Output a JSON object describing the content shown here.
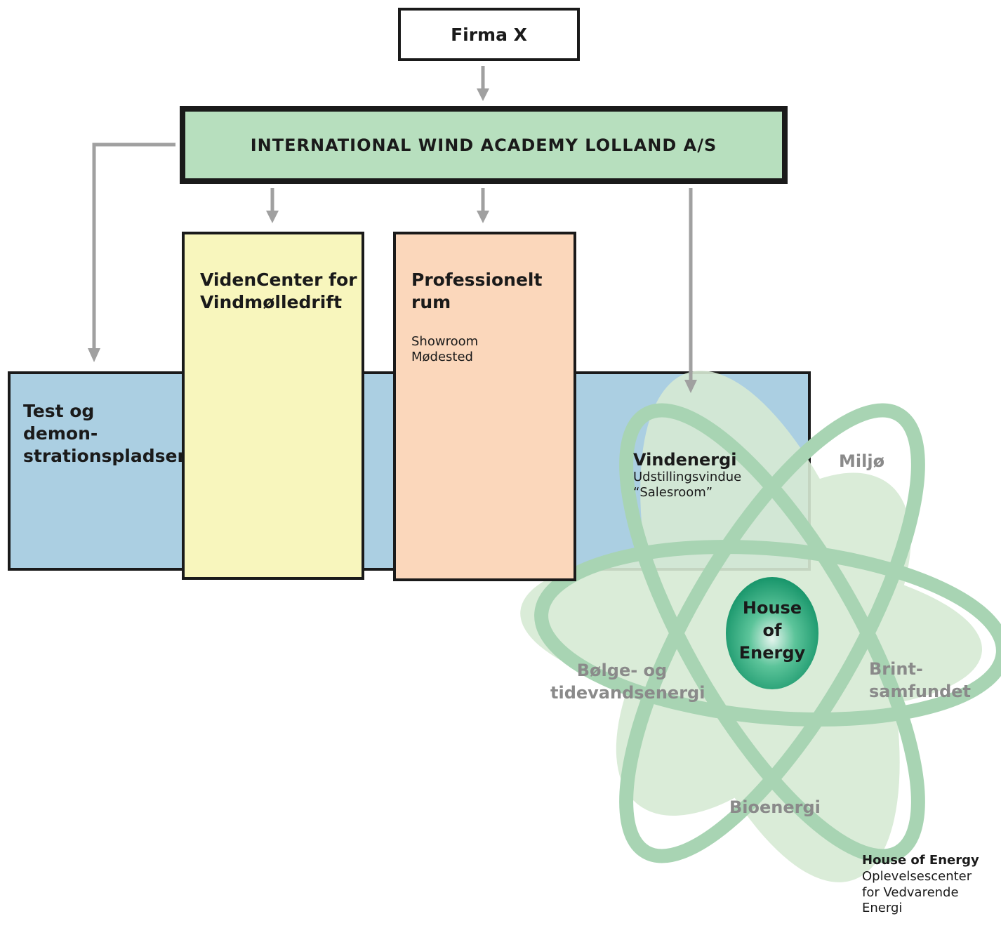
{
  "top": {
    "firma": "Firma X"
  },
  "academy": {
    "title": "INTERNATIONAL WIND ACADEMY LOLLAND A/S"
  },
  "columns": {
    "test": "Test og\ndemon-\nstrationspladser",
    "viden": "VidenCenter for\nVindmølledrift",
    "prof_title": "Professionelt\nrum",
    "prof_sub": "Showroom\nMødested"
  },
  "atom": {
    "center": "House\nof\nEnergy",
    "vind_title": "Vindenergi",
    "vind_sub": "Udstillingsvindue\n“Salesroom”",
    "miljo": "Miljø",
    "bolge": "Bølge- og\ntidevandsenergi",
    "brint": "Brint-\nsamfundet",
    "bio": "Bioenergi"
  },
  "caption": {
    "title": "House of Energy",
    "line1": "Oplevelsescenter",
    "line2": "for Vedvarende Energi"
  },
  "colors": {
    "academy_green": "#b7dfbe",
    "test_blue": "#abcfe2",
    "viden_yellow": "#f8f6bd",
    "prof_peach": "#fbd7bb",
    "orbit_green": "#a8d4b3",
    "petal_green": "#d7ead4",
    "core_green": "#2aa977",
    "arrow_gray": "#a0a0a0"
  }
}
